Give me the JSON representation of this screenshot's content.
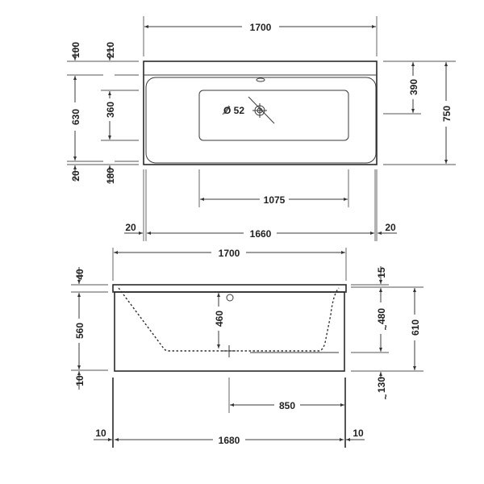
{
  "top_view": {
    "overall_length": "1700",
    "rim_back_width": "100",
    "back_to_basin": "210",
    "inner_width": "630",
    "sump_width": "360",
    "front_rim": "20",
    "front_to_sump": "180",
    "drain_offset": "390",
    "overall_width": "750",
    "drain_diameter": "Ø 52",
    "sump_length": "1075",
    "inner_length": "1660",
    "left_rim": "20",
    "right_rim": "20"
  },
  "side_view": {
    "overall_length": "1700",
    "rim_height": "40",
    "body_height": "560",
    "bottom_gap": "10",
    "rim_offset": "15",
    "depth": "480",
    "overall_height": "610",
    "depth_to_overflow": "460",
    "floor_clearance": "130",
    "approx_symbol": "~",
    "drain_to_end": "850",
    "panel_length": "1680",
    "left_inset": "10",
    "right_inset": "10"
  }
}
